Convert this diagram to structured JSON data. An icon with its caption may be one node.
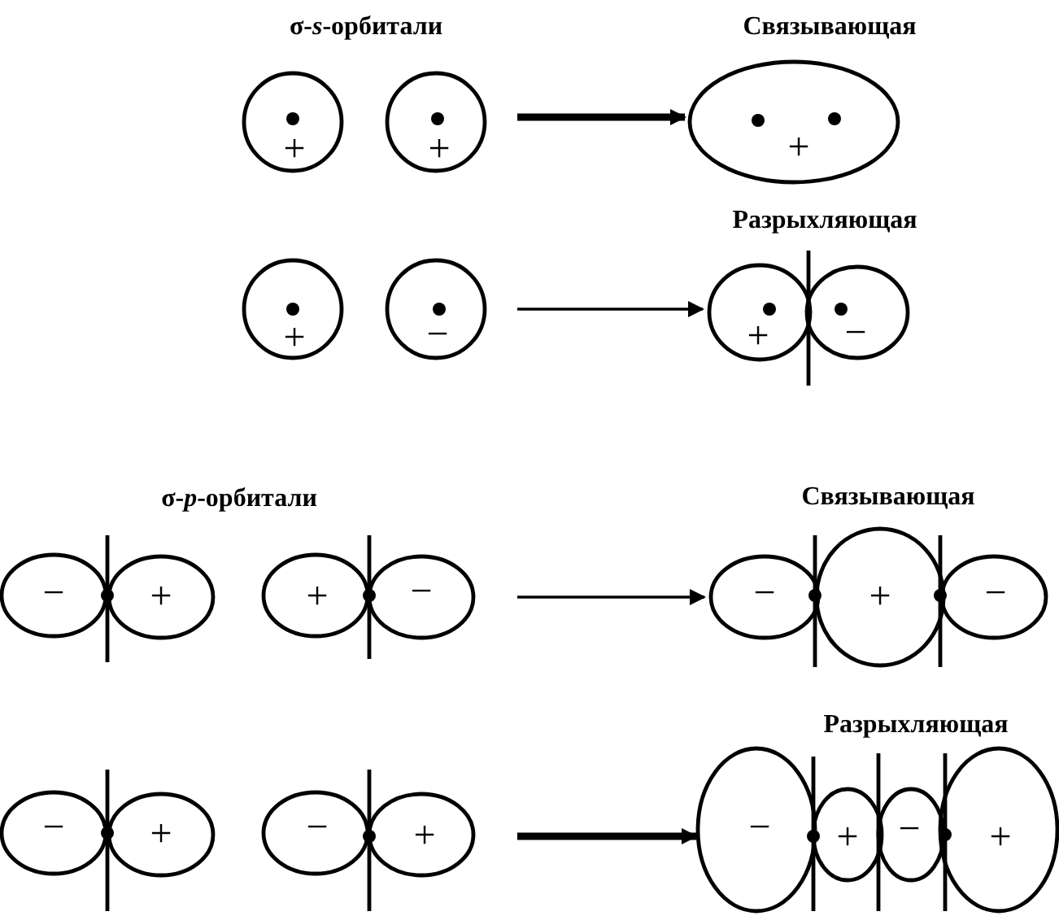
{
  "diagram": {
    "nodes": [
      {
        "text": [
          "+"
        ]
      },
      {
        "text": [
          "+"
        ]
      },
      {
        "text": [
          "+"
        ],
        "beside": [
          "Связывающая"
        ]
      },
      {
        "text": [
          "+"
        ]
      },
      {
        "text": [
          "−"
        ]
      },
      {
        "text": [
          "+",
          "−"
        ],
        "beside": [
          "Разрыхляющая"
        ]
      },
      {
        "text": [
          "−",
          "+"
        ]
      },
      {
        "text": [
          "+",
          "−"
        ]
      },
      {
        "text": [
          "−",
          "+",
          "−"
        ],
        "beside": [
          "Связывающая"
        ]
      },
      {
        "text": [
          "−",
          "+"
        ]
      },
      {
        "text": [
          "−",
          "+"
        ]
      },
      {
        "text": [
          "−",
          "+",
          "−",
          "+"
        ],
        "beside": [
          "Разрыхляющая"
        ]
      }
    ],
    "edges": [
      {
        "from": null,
        "to": 2,
        "arrow": "to",
        "style": "thick"
      },
      {
        "from": null,
        "to": 5,
        "arrow": "to"
      },
      {
        "from": null,
        "to": 8,
        "arrow": "to"
      },
      {
        "from": null,
        "to": 11,
        "arrow": "to",
        "style": "thick"
      }
    ],
    "labels": [
      "σ-*s*-орбитали",
      "σ-*p*-орбитали"
    ]
  }
}
